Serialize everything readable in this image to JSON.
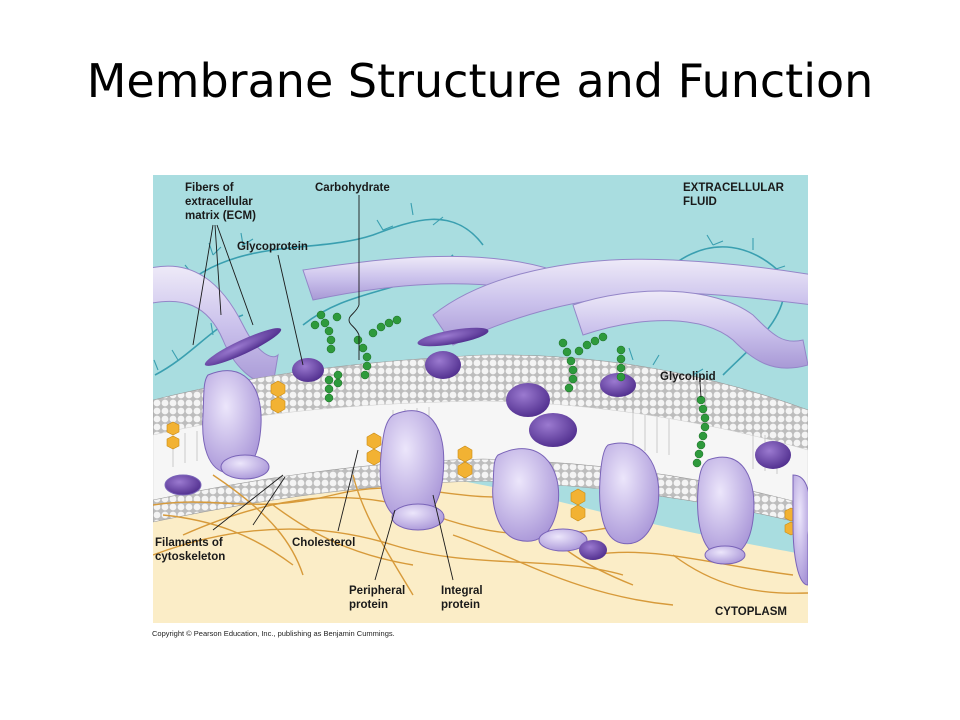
{
  "slide": {
    "title": "Membrane Structure and Function"
  },
  "figure": {
    "labels": {
      "fibers_ecm": [
        "Fibers of",
        "extracellular",
        "matrix (ECM)"
      ],
      "carbohydrate": "Carbohydrate",
      "glycoprotein": "Glycoprotein",
      "extracellular_fluid": [
        "EXTRACELLULAR",
        "FLUID"
      ],
      "glycolipid": "Glycolipid",
      "filaments": [
        "Filaments of",
        "cytoskeleton"
      ],
      "cholesterol": "Cholesterol",
      "peripheral_protein": [
        "Peripheral",
        "protein"
      ],
      "integral_protein": [
        "Integral",
        "protein"
      ],
      "cytoplasm": "CYTOPLASM"
    },
    "colors": {
      "extracellular": "#a9dde0",
      "cytoplasm": "#fbedc7",
      "protein": "#bcaee0",
      "protein_dark": "#6a46a8",
      "phospholipid_head": "#d8d8d8",
      "carbohydrate": "#2e9a3c",
      "cholesterol": "#f2b233",
      "filament": "#d79a3a"
    }
  },
  "copyright": "Copyright © Pearson Education, Inc., publishing as Benjamin Cummings."
}
